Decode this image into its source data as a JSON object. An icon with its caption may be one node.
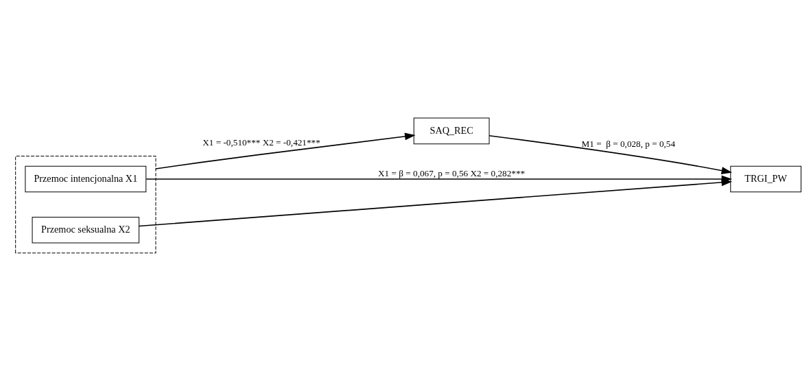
{
  "diagram": {
    "nodes": [
      {
        "text": [],
        "shape": "box"
      },
      {
        "text": [
          "Przemoc intencjonalna X1"
        ],
        "in": 0
      },
      {
        "text": [
          "Przemoc seksualna X2"
        ],
        "in": 0
      },
      {
        "text": [
          "SAQ_REC"
        ]
      },
      {
        "text": [
          "TRGI_PW"
        ]
      }
    ],
    "edges": [
      {
        "from": 0,
        "to": 3,
        "arrow": "to",
        "label": "X1 = -0,510*** X2 = -0,421***"
      },
      {
        "from": 3,
        "to": 4,
        "arrow": "to",
        "label": "M1 =  β = 0,028, p = 0,54"
      },
      {
        "from": 1,
        "to": 4,
        "arrow": "to",
        "label": "X1 = β = 0,067, p = 0,56 X2 = 0,282***"
      },
      {
        "from": 2,
        "to": 4,
        "arrow": "to"
      }
    ]
  }
}
